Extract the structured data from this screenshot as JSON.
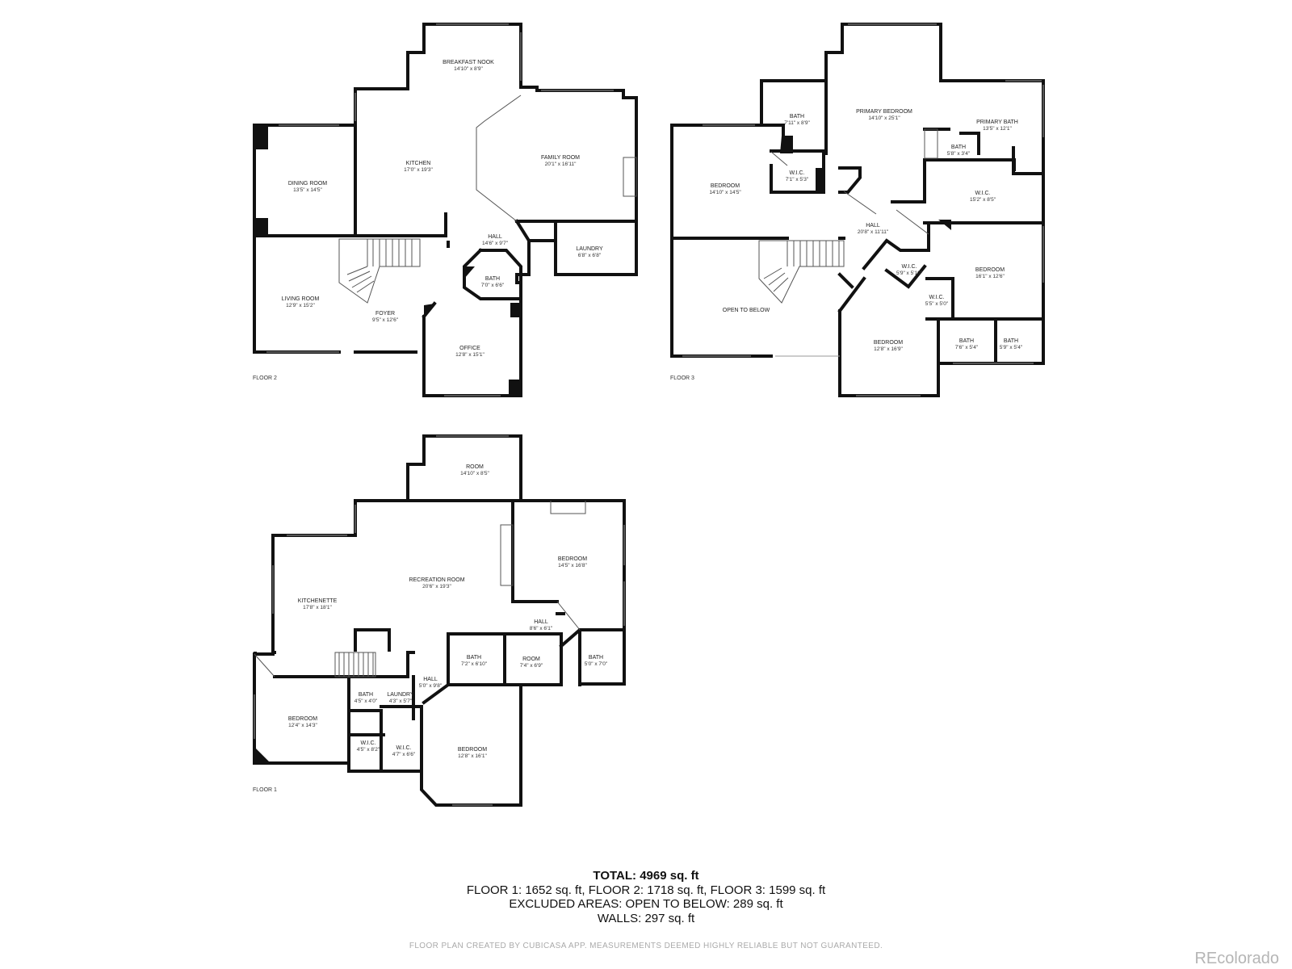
{
  "floors": [
    {
      "label": "FLOOR 2",
      "rooms": [
        {
          "name": "BREAKFAST NOOK",
          "dim": "14'10\" x 8'9\""
        },
        {
          "name": "KITCHEN",
          "dim": "17'0\" x 19'3\""
        },
        {
          "name": "FAMILY ROOM",
          "dim": "20'1\" x 16'11\""
        },
        {
          "name": "DINING ROOM",
          "dim": "13'5\" x 14'5\""
        },
        {
          "name": "HALL",
          "dim": "14'6\" x 9'7\""
        },
        {
          "name": "LAUNDRY",
          "dim": "6'8\" x 6'8\""
        },
        {
          "name": "BATH",
          "dim": "7'0\" x 6'6\""
        },
        {
          "name": "LIVING ROOM",
          "dim": "12'9\" x 15'2\""
        },
        {
          "name": "FOYER",
          "dim": "9'5\" x 12'6\""
        },
        {
          "name": "OFFICE",
          "dim": "12'8\" x 15'1\""
        }
      ]
    },
    {
      "label": "FLOOR 3",
      "rooms": [
        {
          "name": "BATH",
          "dim": "7'11\" x 8'9\""
        },
        {
          "name": "PRIMARY BEDROOM",
          "dim": "14'10\" x 25'1\""
        },
        {
          "name": "PRIMARY BATH",
          "dim": "13'5\" x 12'1\""
        },
        {
          "name": "BATH",
          "dim": "5'8\" x 3'4\""
        },
        {
          "name": "W.I.C.",
          "dim": "7'1\" x 5'3\""
        },
        {
          "name": "BEDROOM",
          "dim": "14'10\" x 14'5\""
        },
        {
          "name": "W.I.C.",
          "dim": "15'2\" x 8'5\""
        },
        {
          "name": "HALL",
          "dim": "20'8\" x 11'11\""
        },
        {
          "name": "W.I.C.",
          "dim": "5'9\" x 5'10\""
        },
        {
          "name": "BEDROOM",
          "dim": "16'1\" x 12'6\""
        },
        {
          "name": "W.I.C.",
          "dim": "5'5\" x 5'0\""
        },
        {
          "name": "OPEN TO BELOW",
          "dim": ""
        },
        {
          "name": "BEDROOM",
          "dim": "12'8\" x 16'9\""
        },
        {
          "name": "BATH",
          "dim": "7'6\" x 5'4\""
        },
        {
          "name": "BATH",
          "dim": "5'9\" x 5'4\""
        }
      ]
    },
    {
      "label": "FLOOR 1",
      "rooms": [
        {
          "name": "ROOM",
          "dim": "14'10\" x 8'5\""
        },
        {
          "name": "BEDROOM",
          "dim": "14'5\" x 16'8\""
        },
        {
          "name": "RECREATION ROOM",
          "dim": "20'6\" x 19'3\""
        },
        {
          "name": "KITCHENETTE",
          "dim": "17'8\" x 18'1\""
        },
        {
          "name": "HALL",
          "dim": "8'6\" x 6'1\""
        },
        {
          "name": "BATH",
          "dim": "7'2\" x 6'10\""
        },
        {
          "name": "ROOM",
          "dim": "7'4\" x 6'9\""
        },
        {
          "name": "BATH",
          "dim": "5'0\" x 7'0\""
        },
        {
          "name": "HALL",
          "dim": "5'0\" x 9'8\""
        },
        {
          "name": "BATH",
          "dim": "4'5\" x 4'0\""
        },
        {
          "name": "LAUNDRY",
          "dim": "4'3\" x 5'7\""
        },
        {
          "name": "BEDROOM",
          "dim": "12'4\" x 14'3\""
        },
        {
          "name": "W.I.C.",
          "dim": "4'5\" x 8'2\""
        },
        {
          "name": "W.I.C.",
          "dim": "4'7\" x 6'6\""
        },
        {
          "name": "BEDROOM",
          "dim": "12'8\" x 16'1\""
        }
      ]
    }
  ],
  "summary": {
    "total": "TOTAL: 4969 sq. ft",
    "floors_line": "FLOOR 1: 1652 sq. ft, FLOOR 2: 1718 sq. ft, FLOOR 3: 1599 sq. ft",
    "excluded_line": "EXCLUDED AREAS: OPEN TO BELOW: 289 sq. ft",
    "walls_line": "WALLS: 297 sq. ft"
  },
  "disclaimer": "FLOOR PLAN CREATED BY CUBICASA APP. MEASUREMENTS DEEMED HIGHLY RELIABLE BUT NOT GUARANTEED.",
  "logo": "REcolorado"
}
